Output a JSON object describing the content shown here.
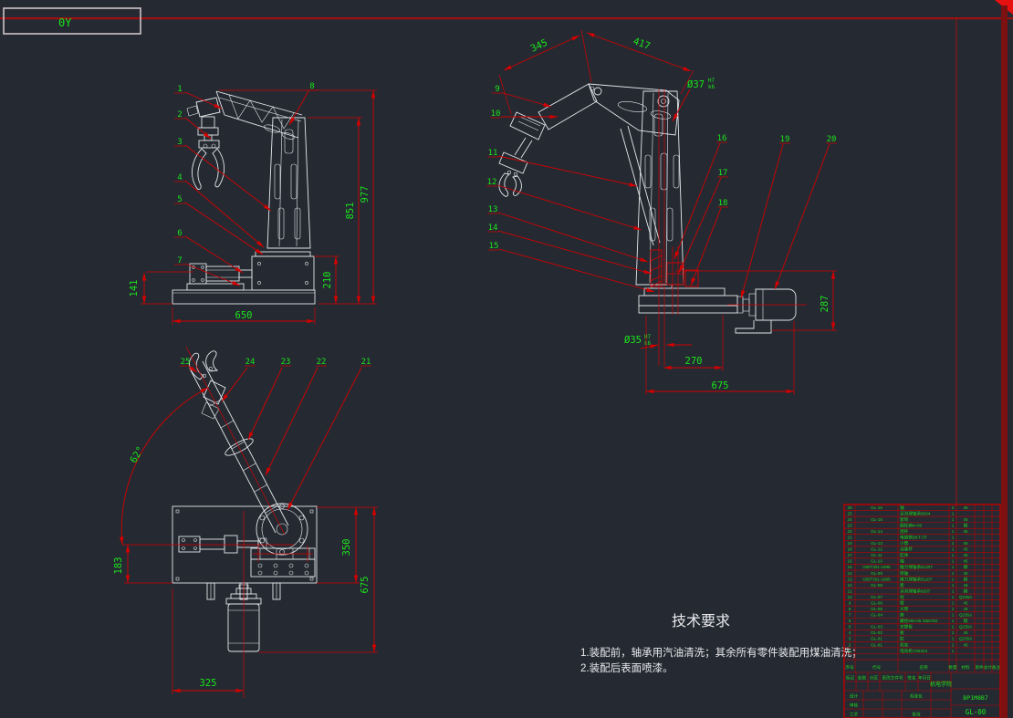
{
  "sheet": {
    "corner_label": "0Y",
    "colors": {
      "background": "#252a32",
      "dimension_red": "#d40000",
      "frame_red": "#a01010",
      "text_green": "#1ce41c",
      "geometry_white": "#e4e7ea"
    }
  },
  "tech_requirements": {
    "title": "技术要求",
    "items": [
      "1.装配前，轴承用汽油清洗；其余所有零件装配用煤油清洗；",
      "2.装配后表面喷漆。"
    ]
  },
  "views": {
    "front": {
      "callouts": [
        "1",
        "2",
        "3",
        "4",
        "5",
        "6",
        "7",
        "8"
      ],
      "dims": {
        "d141": "141",
        "d210": "210",
        "d650": "650",
        "d851": "851",
        "d977": "977"
      }
    },
    "side": {
      "callouts": [
        "9",
        "10",
        "11",
        "12",
        "13",
        "14",
        "15",
        "16",
        "17",
        "18",
        "19",
        "20"
      ],
      "dims": {
        "d345": "345",
        "d417": "417",
        "d37": "Ø37",
        "d37t": "H7",
        "d37b": "k6",
        "d287": "287",
        "d35": "Ø35",
        "d35t": "H7",
        "d35b": "k6",
        "d270": "270",
        "d675": "675"
      }
    },
    "top": {
      "callouts": [
        "21",
        "22",
        "23",
        "24",
        "25"
      ],
      "dims": {
        "a62": "62°",
        "d183": "183",
        "d350": "350",
        "d675": "675",
        "d325": "325"
      }
    }
  },
  "bom": {
    "header": [
      "序号",
      "代号",
      "名称",
      "数量",
      "材料",
      "单件",
      "总计",
      "备注"
    ],
    "rows": [
      [
        "26",
        "GL-16",
        "轴",
        "2",
        "45",
        ""
      ],
      [
        "25",
        "",
        "深沟球轴承6004",
        "1",
        "",
        ""
      ],
      [
        "24",
        "GL-15",
        "套筒",
        "1",
        "45",
        ""
      ],
      [
        "23",
        "",
        "圆柱销4×30",
        "1",
        "钢",
        ""
      ],
      [
        "22",
        "GL-14",
        "连杆",
        "1",
        "45",
        ""
      ],
      [
        "21",
        "",
        "电磁铁DKT-3T",
        "1",
        "",
        ""
      ],
      [
        "19",
        "GL-13",
        "小臂",
        "1",
        "45",
        ""
      ],
      [
        "18",
        "GL-12",
        "活塞杆",
        "1",
        "45",
        ""
      ],
      [
        "17",
        "GL-11",
        "缸体",
        "1",
        "45",
        ""
      ],
      [
        "16",
        "GL-10",
        "轴",
        "1",
        "45",
        ""
      ],
      [
        "15",
        "GB/T301-1995",
        "推力球轴承51207",
        "1",
        "钢",
        ""
      ],
      [
        "14",
        "GL-09",
        "转轴",
        "1",
        "45",
        ""
      ],
      [
        "13",
        "GB/T301-1995",
        "推力球轴承51107",
        "1",
        "钢",
        ""
      ],
      [
        "12",
        "GL-08",
        "套",
        "1",
        "45",
        ""
      ],
      [
        "11",
        "",
        "深沟球轴承6207",
        "1",
        "钢",
        ""
      ],
      [
        "10",
        "GL-07",
        "柱",
        "1",
        "Q235A",
        ""
      ],
      [
        "9",
        "GL-06",
        "臂",
        "1",
        "45",
        ""
      ],
      [
        "8",
        "GL-05",
        "大臂",
        "1",
        "45",
        ""
      ],
      [
        "7",
        "GL-04",
        "座",
        "1",
        "Q235A",
        ""
      ],
      [
        "6",
        "",
        "螺栓M8×25 GB5782",
        "1",
        "钢",
        ""
      ],
      [
        "5",
        "GL-03",
        "支撑板",
        "2",
        "Q235A",
        ""
      ],
      [
        "4",
        "GL-02",
        "板",
        "1",
        "45",
        ""
      ],
      [
        "3",
        "GL-01",
        "缸",
        "1",
        "Q235A",
        ""
      ],
      [
        "2",
        "GL-01",
        "机架",
        "1",
        "45",
        ""
      ],
      [
        "1",
        "",
        "电动机YS6324",
        "1",
        "",
        ""
      ],
      [
        "",
        "",
        "",
        "",
        "",
        ""
      ]
    ]
  },
  "title_block": {
    "rev_labels": [
      "标记",
      "处数",
      "分区",
      "更改文件号",
      "签名",
      "年月日"
    ],
    "role_labels": [
      "设计",
      "审核",
      "工艺",
      "标准化",
      "批准"
    ],
    "school": "机电学院",
    "title": "BP1M8B7",
    "number": "GL-00"
  }
}
